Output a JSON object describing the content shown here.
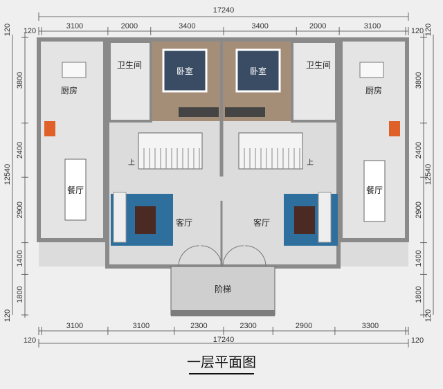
{
  "title": "一层平面图",
  "dimensions": {
    "top_total": "17240",
    "top": [
      "3100",
      "2000",
      "3400",
      "3400",
      "2000",
      "3100"
    ],
    "bottom": [
      "3100",
      "3100",
      "2300",
      "2300",
      "2900",
      "3300"
    ],
    "bottom_total": "17240",
    "wall": "120",
    "left": [
      "3800",
      "2400",
      "2900",
      "1400",
      "1800"
    ],
    "right": [
      "3800",
      "2400",
      "2900",
      "1400",
      "1800"
    ],
    "side_total": "12540"
  },
  "rooms": {
    "kitchen_left": "厨房",
    "kitchen_right": "厨房",
    "dining_left": "餐厅",
    "dining_right": "餐厅",
    "bath_left": "卫生间",
    "bath_right": "卫生间",
    "bedroom_left": "卧室",
    "bedroom_right": "卧室",
    "living_left": "客厅",
    "living_right": "客厅",
    "steps": "阶梯",
    "stair_up_left": "上",
    "stair_up_right": "上"
  },
  "colors": {
    "wall": "#8a8a8a",
    "floor": "#dcdcdc",
    "bedroom": "#a58e78",
    "rug": "#2f6f9e",
    "accent": "#e0602a"
  }
}
